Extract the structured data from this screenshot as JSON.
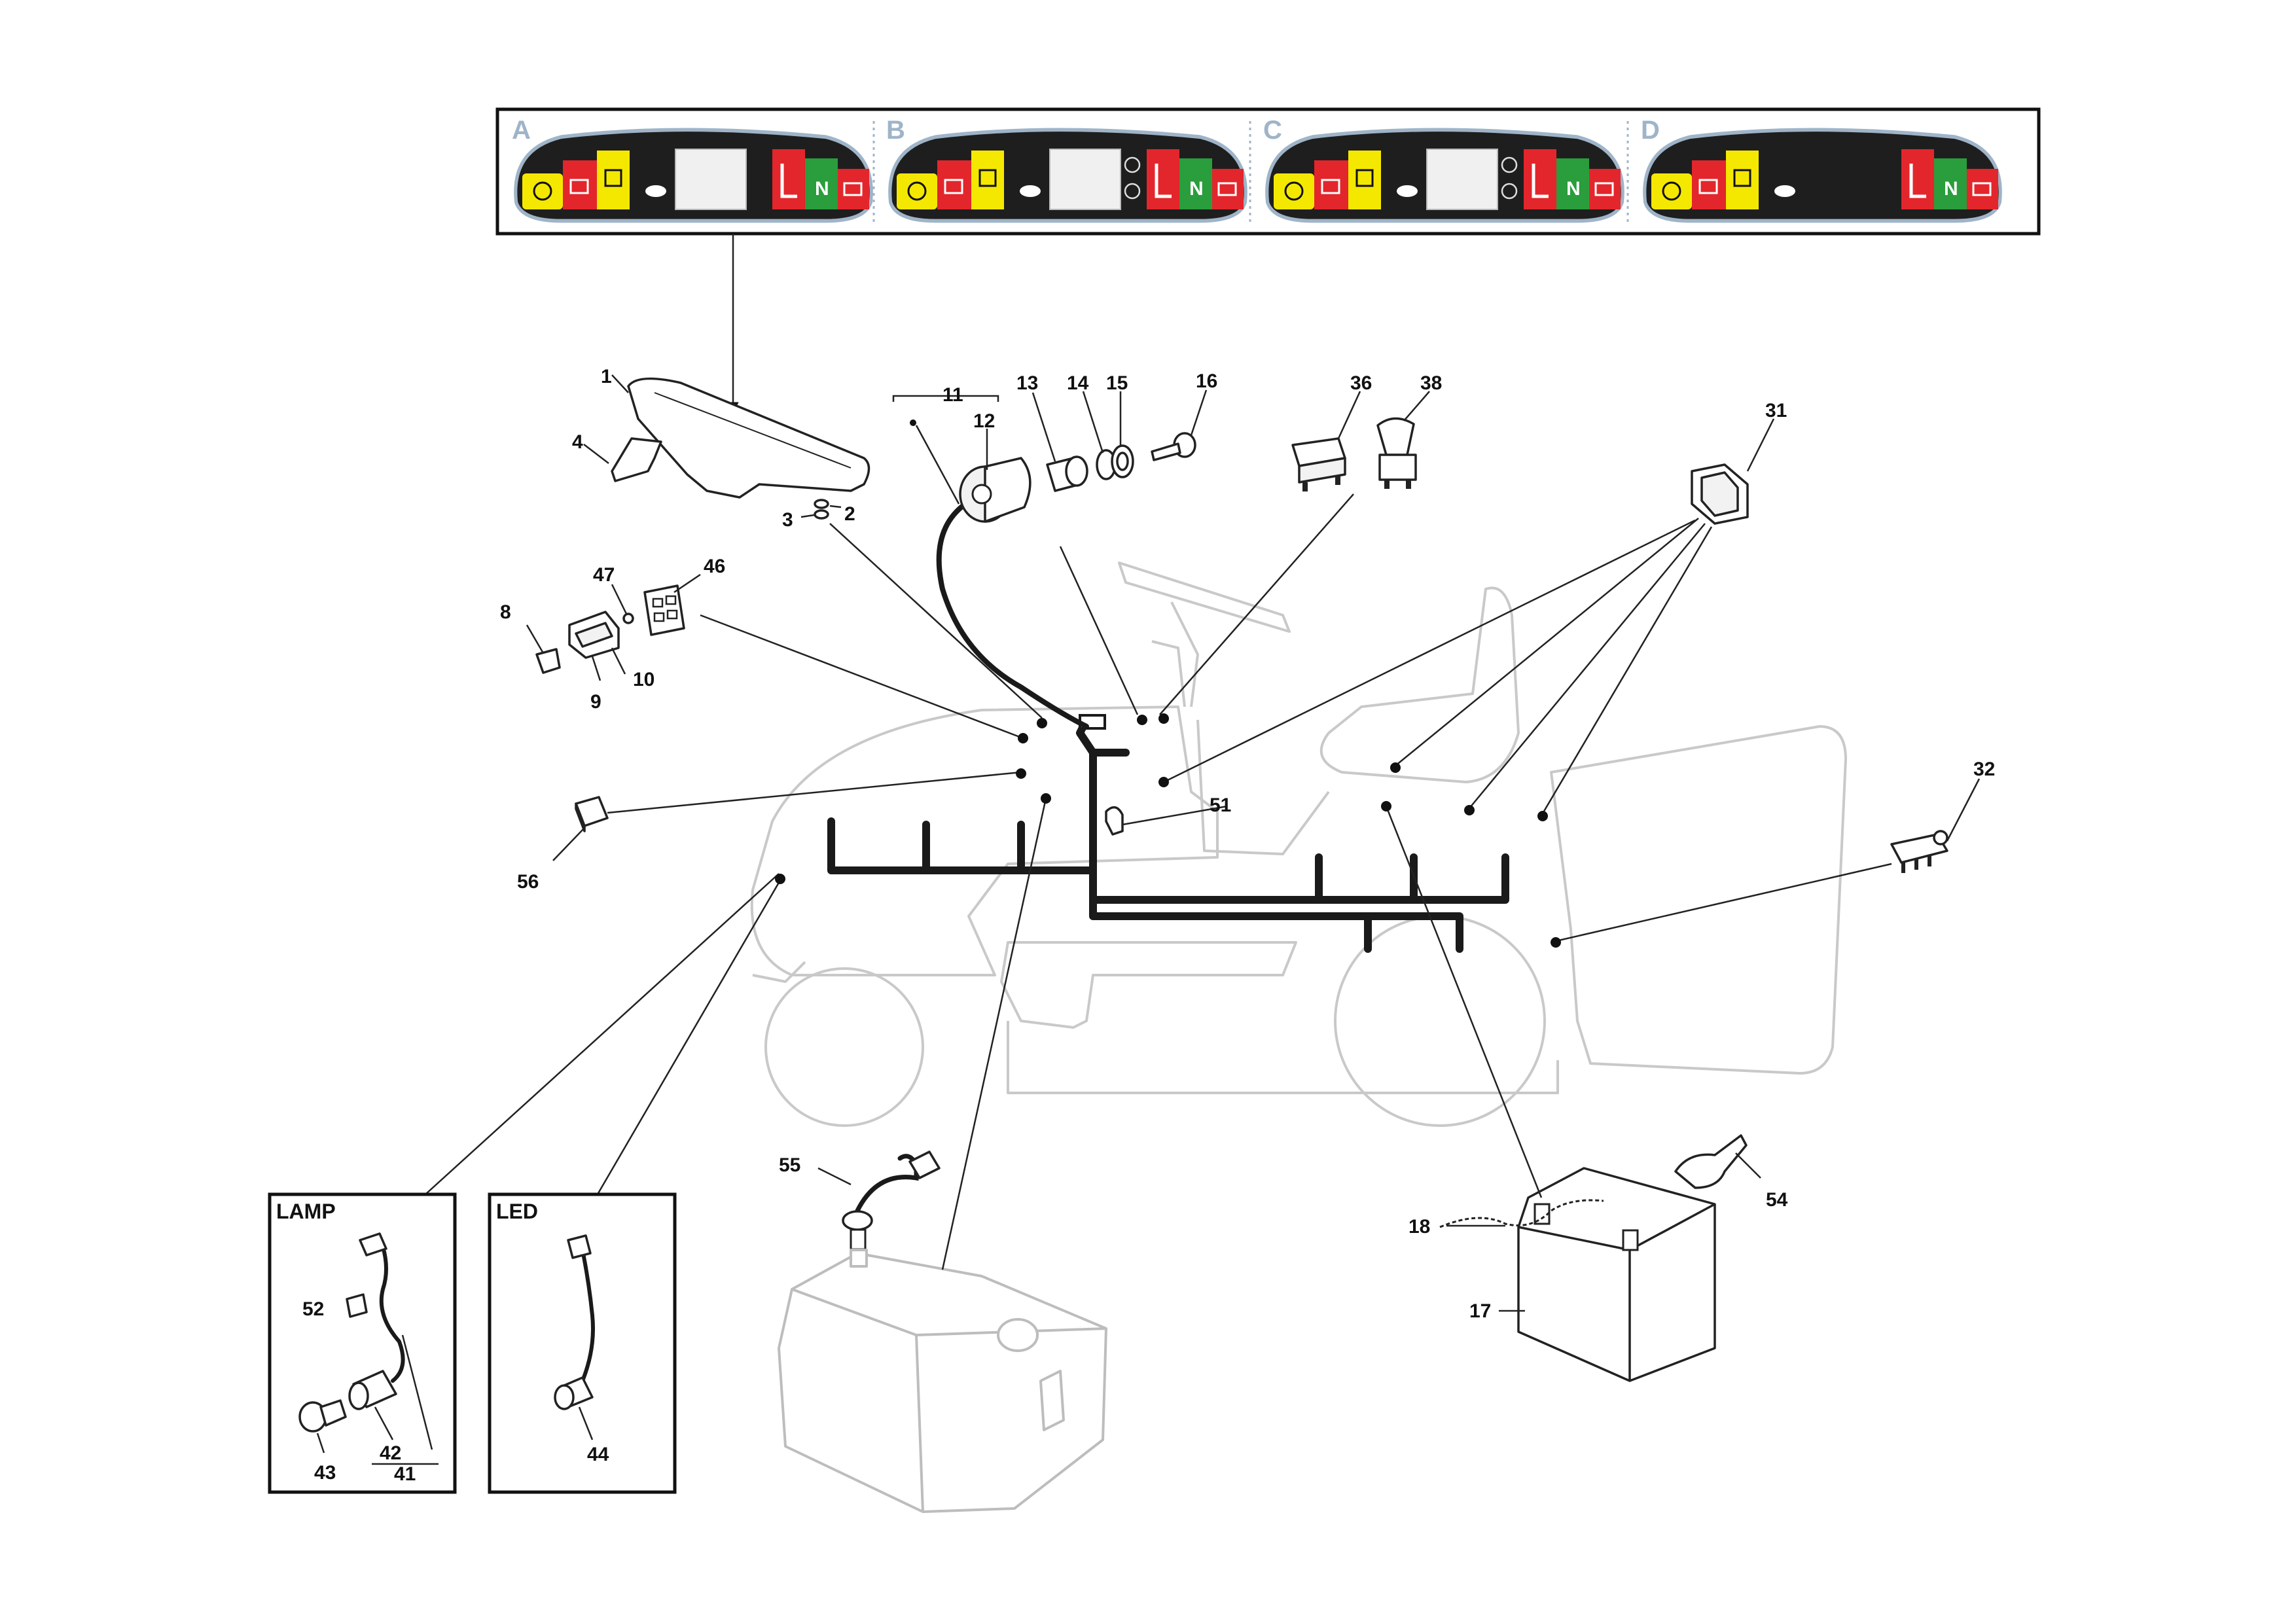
{
  "dashboard_variants": [
    {
      "letter": "A",
      "has_display": true,
      "side_icons": false
    },
    {
      "letter": "B",
      "has_display": true,
      "side_icons": true
    },
    {
      "letter": "C",
      "has_display": true,
      "side_icons": true
    },
    {
      "letter": "D",
      "has_display": false,
      "side_icons": false
    }
  ],
  "dashboard_badge_text": "N",
  "callouts": {
    "p1": "1",
    "p2": "2",
    "p3": "3",
    "p4": "4",
    "p8": "8",
    "p9": "9",
    "p10": "10",
    "p11": "11",
    "p12": "12",
    "p13": "13",
    "p14": "14",
    "p15": "15",
    "p16": "16",
    "p17": "17",
    "p18": "18",
    "p31": "31",
    "p32": "32",
    "p36": "36",
    "p38": "38",
    "p41": "41",
    "p42": "42",
    "p43": "43",
    "p44": "44",
    "p46": "46",
    "p47": "47",
    "p51": "51",
    "p52": "52",
    "p54": "54",
    "p55": "55",
    "p56": "56"
  },
  "boxes": {
    "lamp_title": "LAMP",
    "led_title": "LED"
  },
  "colors": {
    "panel_yellow": "#f5e800",
    "panel_red": "#e3262b",
    "panel_green": "#2a9d3c",
    "panel_dark": "#1e1e1e",
    "panel_border": "#9fb4c8"
  }
}
